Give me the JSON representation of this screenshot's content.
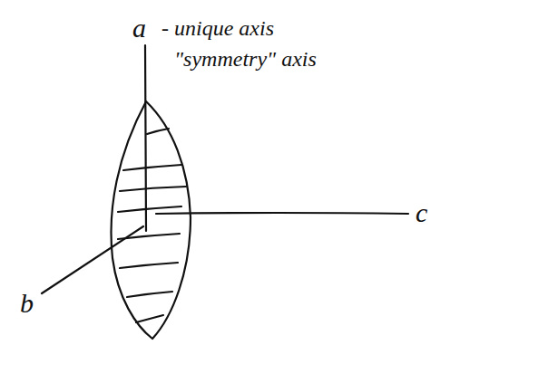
{
  "diagram": {
    "labels": [
      "a",
      "- unique axis",
      "\"symmetry\" axis",
      "c",
      "b"
    ]
  }
}
